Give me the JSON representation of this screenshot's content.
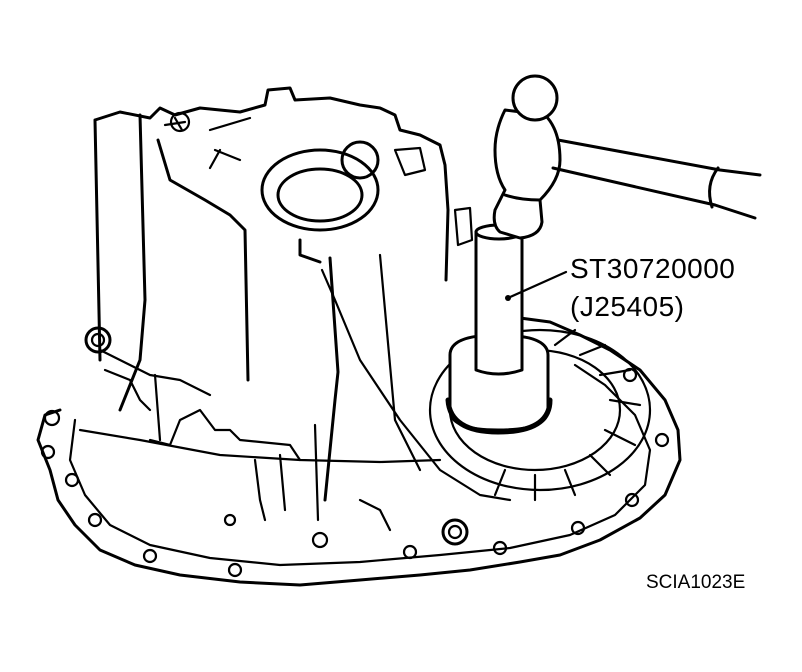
{
  "figure": {
    "callout": {
      "part_number": "ST30720000",
      "alt_part_number": "(J25405)"
    },
    "figure_id": "SCIA1023E"
  }
}
